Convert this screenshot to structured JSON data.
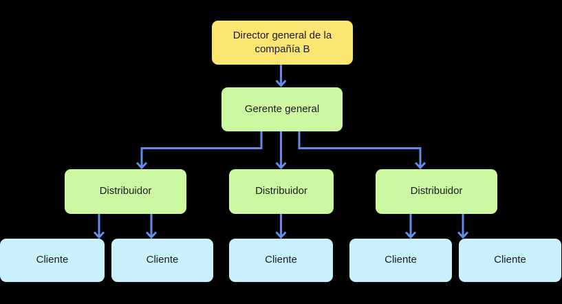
{
  "diagram": {
    "type": "org-chart",
    "background_color": "#000000",
    "connector_color": "#608DE8",
    "text_color": "#1b1b1b",
    "nodes": {
      "director": {
        "label": "Director general de la compañía B",
        "fill": "#FAE671"
      },
      "gerente": {
        "label": "Gerente general",
        "fill": "#CCF8A1"
      },
      "distribuidores": [
        {
          "label": "Distribuidor",
          "fill": "#CCF8A1"
        },
        {
          "label": "Distribuidor",
          "fill": "#CCF8A1"
        },
        {
          "label": "Distribuidor",
          "fill": "#CCF8A1"
        }
      ],
      "clientes": [
        {
          "label": "Cliente",
          "fill": "#C9F1FC"
        },
        {
          "label": "Cliente",
          "fill": "#C9F1FC"
        },
        {
          "label": "Cliente",
          "fill": "#C9F1FC"
        },
        {
          "label": "Cliente",
          "fill": "#C9F1FC"
        },
        {
          "label": "Cliente",
          "fill": "#C9F1FC"
        }
      ]
    },
    "edges": [
      {
        "from": "director",
        "to": "gerente"
      },
      {
        "from": "gerente",
        "to": "distribuidor-1"
      },
      {
        "from": "gerente",
        "to": "distribuidor-2"
      },
      {
        "from": "gerente",
        "to": "distribuidor-3"
      },
      {
        "from": "distribuidor-1",
        "to": "cliente-1"
      },
      {
        "from": "distribuidor-1",
        "to": "cliente-2"
      },
      {
        "from": "distribuidor-2",
        "to": "cliente-3"
      },
      {
        "from": "distribuidor-3",
        "to": "cliente-4"
      },
      {
        "from": "distribuidor-3",
        "to": "cliente-5"
      }
    ]
  }
}
